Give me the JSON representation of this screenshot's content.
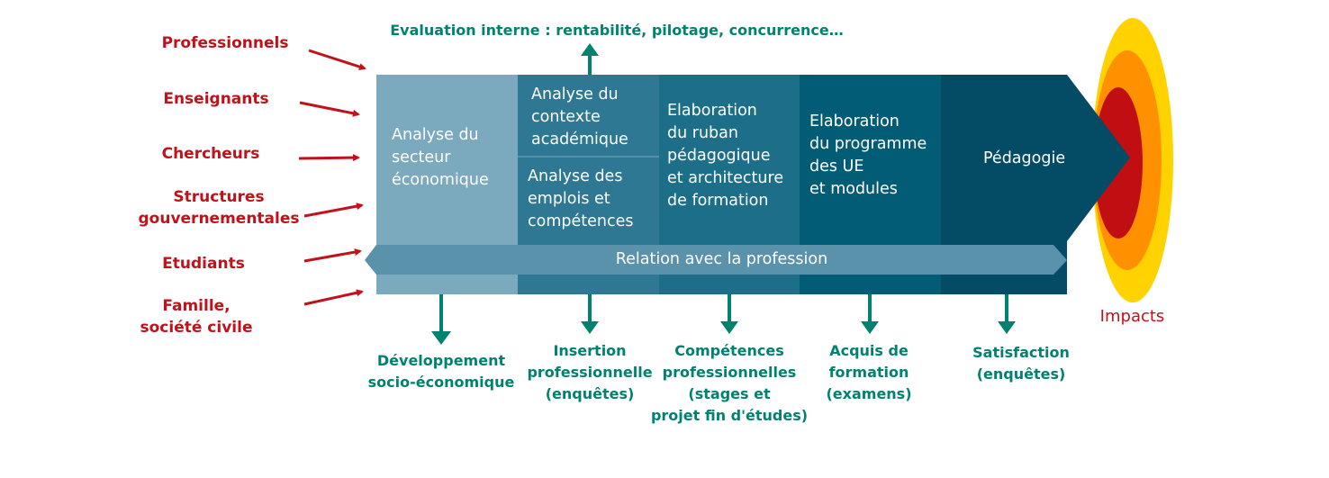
{
  "top_label": "Evaluation interne : rentabilité, pilotage, concurrence…",
  "stakeholders": [
    "Professionnels",
    "Enseignants",
    "Chercheurs",
    "Structures\ngouvernementales",
    "Etudiants",
    "Famille,\nsociété civile"
  ],
  "stages": {
    "s1": "Analyse du\nsecteur\néconomique",
    "s2a": "Analyse du\ncontexte\nacadémique",
    "s2b": "Analyse des\nemplois et\ncompétences",
    "s3": "Elaboration\ndu ruban\npédagogique\net architecture\nde formation",
    "s4": "Elaboration\ndu programme\ndes UE\net modules",
    "s5": "Pédagogie"
  },
  "relation": "Relation avec la profession",
  "outputs": [
    "Développement\nsocio-économique",
    "Insertion\nprofessionnelle\n(enquêtes)",
    "Compétences\nprofessionnelles\n(stages et\nprojet fin d'études)",
    "Acquis de\nformation\n(examens)",
    "Satisfaction\n(enquêtes)"
  ],
  "impacts": "Impacts",
  "colors": {
    "red": "#C0121A",
    "teal": "#00826E",
    "c1": "#7BA9BE",
    "c2": "#2E7893",
    "c3": "#1D6F89",
    "c4": "#035C75",
    "c5": "#044C66",
    "band": "#5A91AB",
    "yellow": "#FFD200",
    "orange": "#FF9000",
    "core": "#C10E12"
  }
}
